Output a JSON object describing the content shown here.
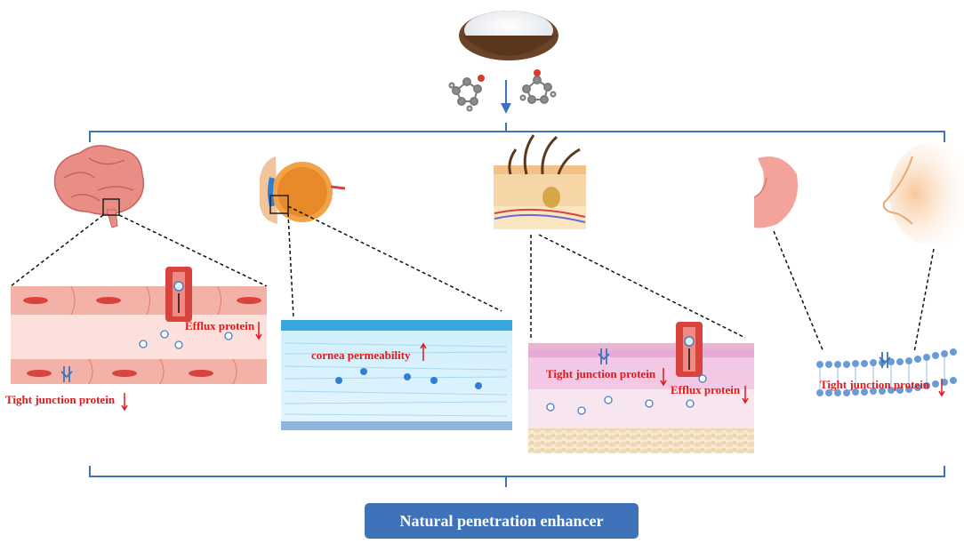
{
  "labels": {
    "brain_efflux": "Efflux protein",
    "brain_tight": "Tight junction protein",
    "cornea": "cornea permeability",
    "skin_tight": "Tight junction protein",
    "skin_efflux": "Efflux protein",
    "nasal_tight": "Tight junction protein"
  },
  "title": "Natural penetration enhancer",
  "colors": {
    "accent_blue": "#3f73b9",
    "label_red": "#e0191b",
    "brain_pink": "#f3b2a8",
    "cornea_blue": "#bfe3f6",
    "skin_pink": "#f7dcea",
    "membrane_blue": "#6a9bd6"
  },
  "icons": [
    "salt-bowl-icon",
    "molecule-icon",
    "brain-icon",
    "eye-icon",
    "skin-icon",
    "stomach-icon",
    "nose-icon",
    "efflux-pump-icon",
    "tight-junction-icon"
  ]
}
